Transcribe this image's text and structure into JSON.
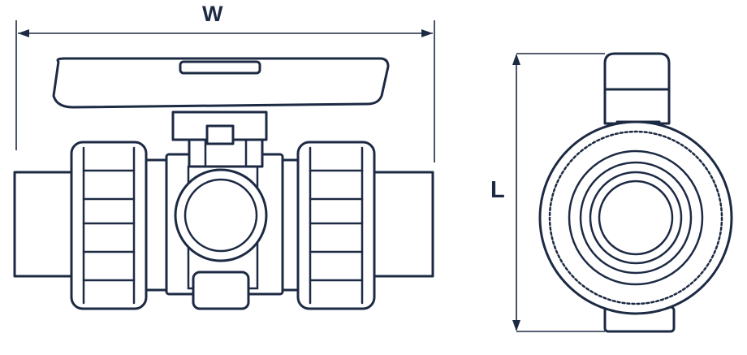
{
  "dimensions": {
    "width_label": "W",
    "length_label": "L"
  },
  "colors": {
    "line": "#1d2a44",
    "fill": "#ffffff",
    "background": "#ffffff"
  },
  "views": [
    "front-view",
    "side-view"
  ]
}
